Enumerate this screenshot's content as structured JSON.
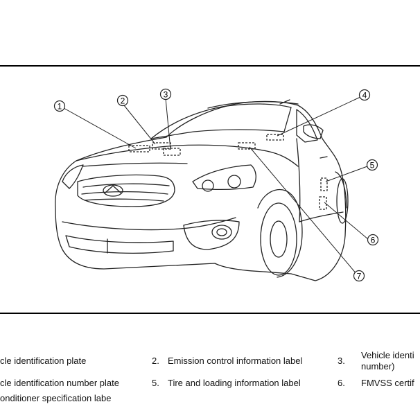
{
  "callouts": [
    "1",
    "2",
    "3",
    "4",
    "5",
    "6",
    "7"
  ],
  "legend": {
    "row1": [
      {
        "num": "",
        "text": "cle identification plate"
      },
      {
        "num": "2.",
        "text": "Emission control information label"
      },
      {
        "num": "3.",
        "text": "Vehicle identi"
      },
      {
        "num": "",
        "text": "number)"
      }
    ],
    "row2": [
      {
        "num": "",
        "text": "cle identification number plate"
      },
      {
        "num": "5.",
        "text": "Tire and loading information label"
      },
      {
        "num": "6.",
        "text": "FMVSS certif"
      }
    ],
    "row3": [
      {
        "num": "",
        "text": "onditioner specification labe"
      }
    ]
  }
}
